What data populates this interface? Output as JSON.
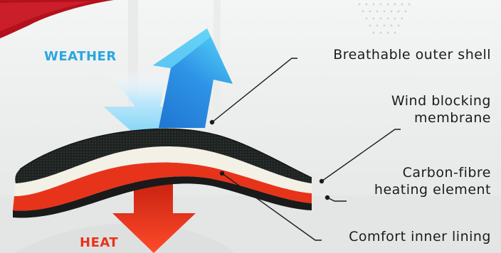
{
  "labels": {
    "weather": "WEATHER",
    "heat": "HEAT",
    "outer_shell": "Breathable outer shell",
    "wind_line1": "Wind blocking",
    "wind_line2": "membrane",
    "carbon_line1": "Carbon-fibre",
    "carbon_line2": "heating element",
    "inner_lining": "Comfort inner lining"
  },
  "colors": {
    "weather_text": "#2aa7dd",
    "heat_text": "#e8331b",
    "weather_arrow": "#2b8fe0",
    "heat_arrow": "#ee3a1f",
    "outer_layer": "#202020",
    "membrane_layer": "#f3f0e6",
    "heating_layer": "#e8331b",
    "inner_layer": "#1a1a1a"
  },
  "icons": [
    "weather-arrow-icon",
    "heat-arrow-icon",
    "red-swoosh-logo"
  ]
}
